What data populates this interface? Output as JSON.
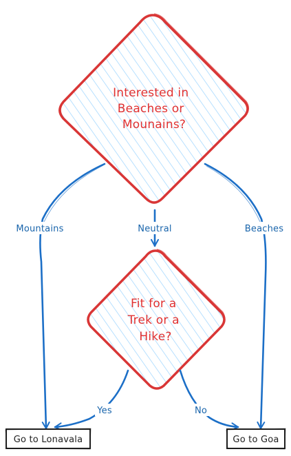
{
  "diagram": {
    "decision_1": {
      "lines": [
        "Interested in",
        "Beaches or",
        "Mounains?"
      ]
    },
    "decision_2": {
      "lines": [
        "Fit for a",
        "Trek or a",
        "Hike?"
      ]
    },
    "edges": {
      "mountains": "Mountains",
      "neutral": "Neutral",
      "beaches": "Beaches",
      "yes": "Yes",
      "no": "No"
    },
    "outcomes": {
      "lonavala": "Go to Lonavala",
      "goa": "Go to Goa"
    },
    "colors": {
      "decision_stroke": "#d93636",
      "decision_text": "#e03131",
      "hatch": "#a5d8ff",
      "arrow": "#1c6fc7",
      "edge_label": "#1864ab",
      "box_stroke": "#1e1e1e",
      "box_text": "#1e1e1e"
    }
  }
}
